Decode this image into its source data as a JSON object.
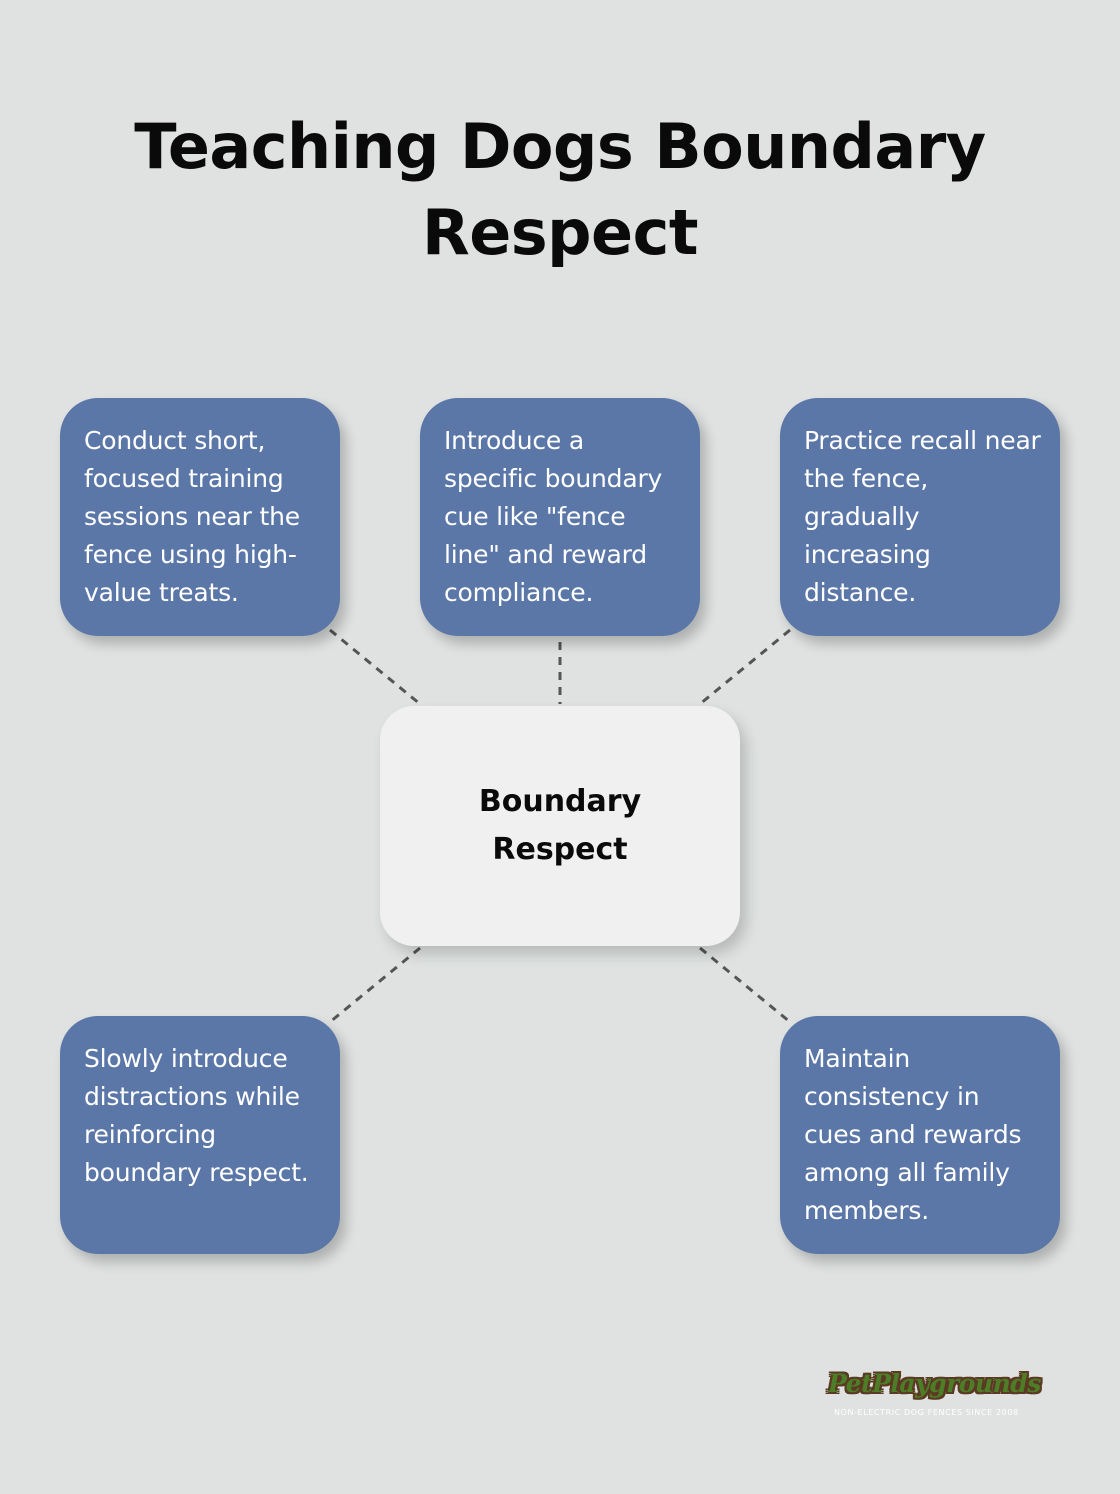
{
  "title": "Teaching Dogs Boundary Respect",
  "center": {
    "label": "Boundary Respect"
  },
  "nodes": [
    {
      "text": "Conduct short, focused training sessions near the fence using high-value treats."
    },
    {
      "text": "Introduce a specific boundary cue like \"fence line\" and reward compliance."
    },
    {
      "text": "Practice recall near the fence, gradually increasing distance."
    },
    {
      "text": "Slowly introduce distractions while reinforcing boundary respect."
    },
    {
      "text": "Maintain consistency in cues and rewards among all family members."
    }
  ],
  "logo": {
    "name": "PetPlaygrounds",
    "tagline": "NON-ELECTRIC DOG FENCES SINCE 2008"
  },
  "colors": {
    "background": "#dfe2e1",
    "node_fill": "#5b77a8",
    "center_fill": "#eff0ef",
    "connector": "#555555",
    "logo_green": "#4e7d28",
    "logo_brown": "#5a3a22"
  }
}
